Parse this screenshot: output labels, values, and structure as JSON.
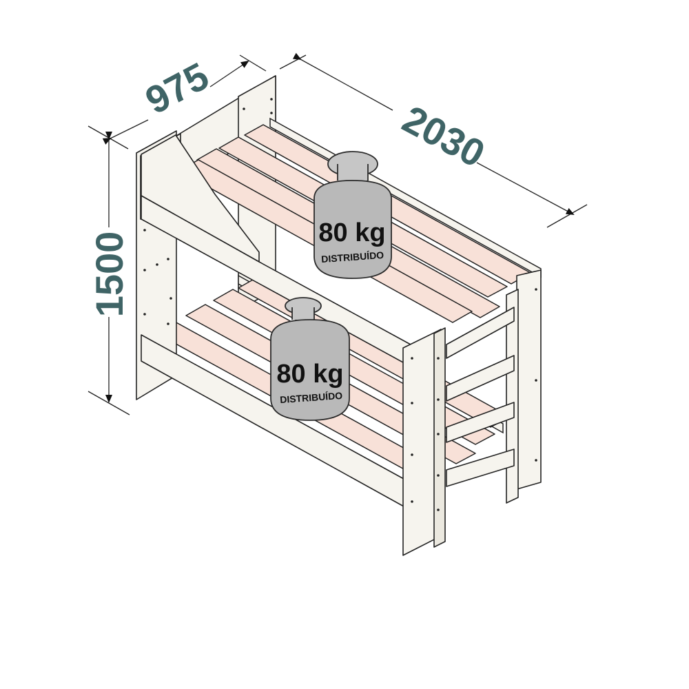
{
  "dimensions": {
    "depth": "975",
    "length": "2030",
    "height": "1500"
  },
  "weights": {
    "upper": {
      "value": "80 kg",
      "label": "DISTRIBUÍDO"
    },
    "lower": {
      "value": "80 kg",
      "label": "DISTRIBUÍDO"
    }
  },
  "colors": {
    "dimension_text": "#3f6466",
    "panel": "#f6f4ee",
    "slat": "#f8e1d8",
    "weight": "#b9b9b9"
  }
}
